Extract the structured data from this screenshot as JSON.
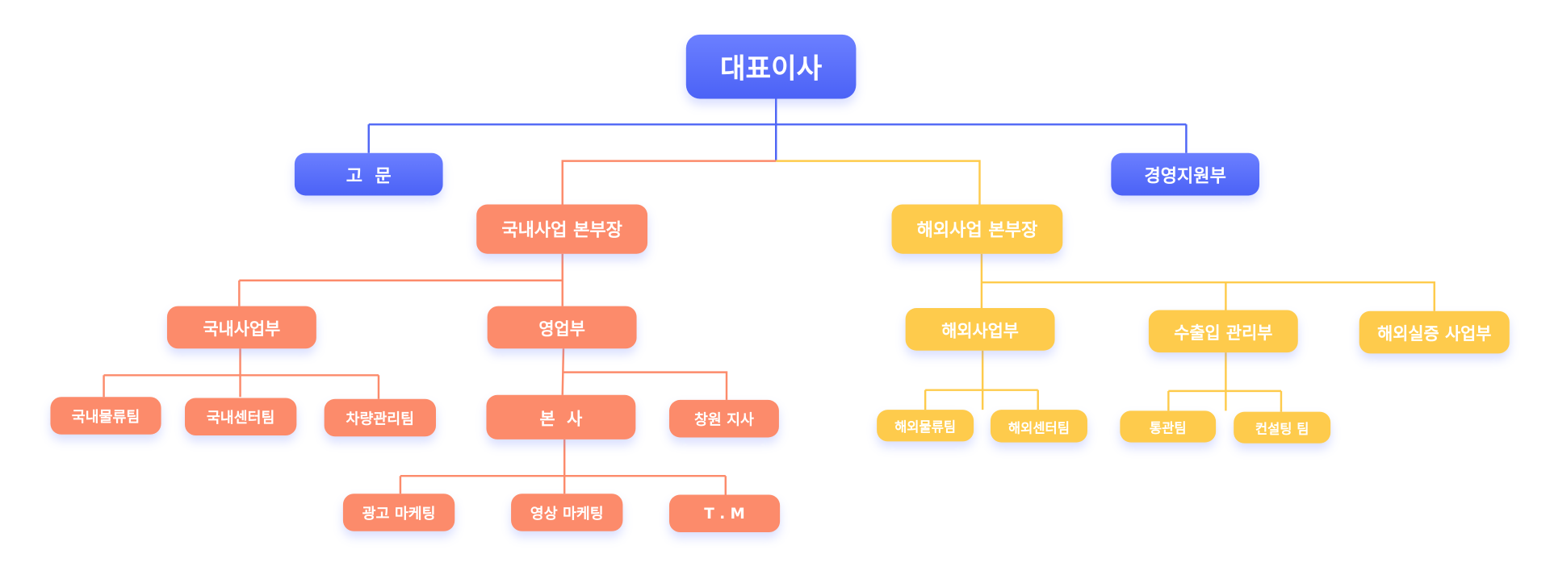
{
  "colors": {
    "executive": "#5068f8",
    "domestic": "#fc8b6b",
    "overseas": "#fecb4c"
  },
  "ceo": "대표이사",
  "advisor": "고  문",
  "management_support": "경영지원부",
  "domestic": {
    "head": "국내사업 본부장",
    "business_dept": {
      "label": "국내사업부",
      "teams": [
        "국내물류팀",
        "국내센터팀",
        "차량관리팀"
      ]
    },
    "sales_dept": {
      "label": "영업부",
      "hq": "본  사",
      "branch": "창원 지사",
      "hq_teams": [
        "광고 마케팅",
        "영상 마케팅",
        "T . M"
      ]
    }
  },
  "overseas": {
    "head": "해외사업 본부장",
    "business_dept": {
      "label": "해외사업부",
      "teams": [
        "해외물류팀",
        "해외센터팀"
      ]
    },
    "trade_dept": {
      "label": "수출입 관리부",
      "teams": [
        "통관팀",
        "컨설팅 팀"
      ]
    },
    "demo_dept": {
      "label": "해외실증 사업부"
    }
  }
}
